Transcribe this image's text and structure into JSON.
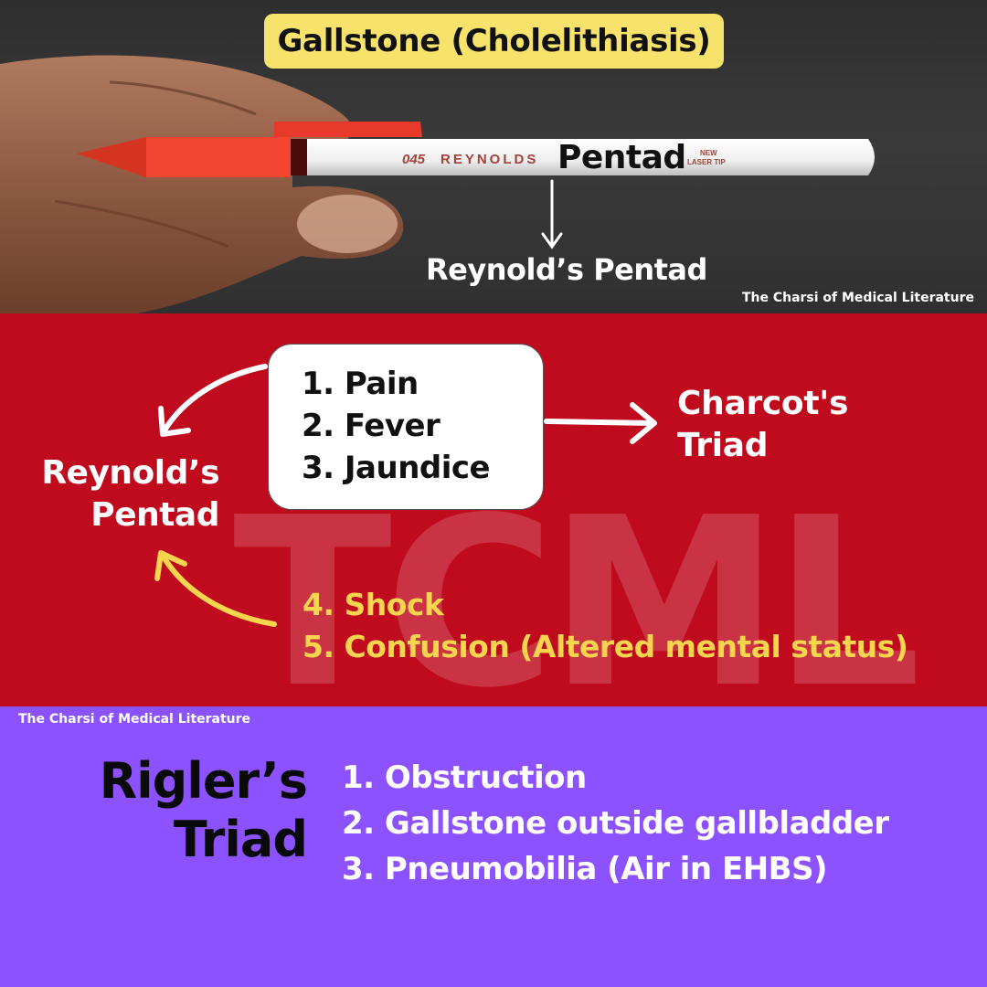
{
  "header": {
    "title": "Gallstone (Cholelithiasis)",
    "pentad_label": "Pentad",
    "subtitle": "Reynold’s Pentad",
    "watermark": "The Charsi of Medical Literature"
  },
  "pen": {
    "number_text": "045",
    "brand_text": "REYNOLDS",
    "tip_text_line1": "NEW",
    "tip_text_line2": "LASER TIP"
  },
  "charcot": {
    "items": [
      "1. Pain",
      "2. Fever",
      "3. Jaundice"
    ],
    "label_line1": "Charcot's",
    "label_line2": "Triad"
  },
  "reynolds": {
    "label_line1": "Reynold’s",
    "label_line2": "Pentad",
    "extra_items": [
      "4. Shock",
      "5. Confusion (Altered mental status)"
    ]
  },
  "watermark_logo": "TCML",
  "rigler": {
    "watermark": "The Charsi of Medical Literature",
    "title_line1": "Rigler’s",
    "title_line2": "Triad",
    "items": [
      "1. Obstruction",
      "2. Gallstone outside gallbladder",
      "3. Pneumobilia (Air in EHBS)"
    ]
  },
  "colors": {
    "title_badge": "#f7e26b",
    "red_section": "#c00a1d",
    "purple_section": "#8c52ff",
    "yellow_text": "#f7d54e",
    "pen_cap": "#f4452e"
  }
}
